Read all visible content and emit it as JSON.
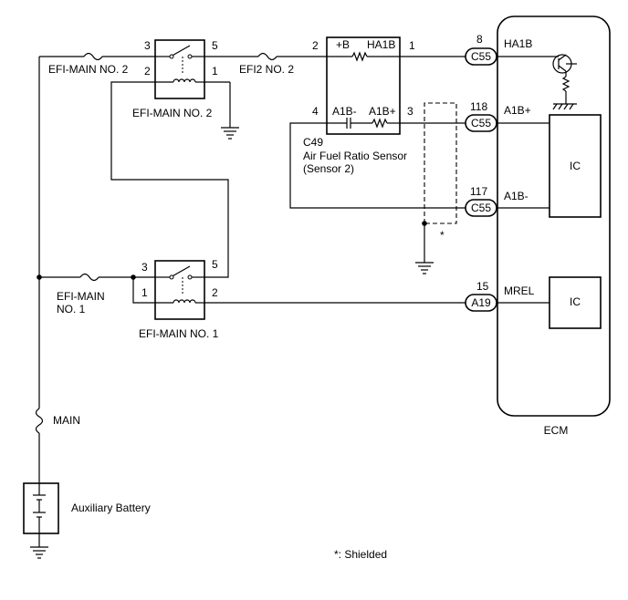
{
  "relays": {
    "efi_main2": {
      "name": "EFI-MAIN NO. 2",
      "pin3": "3",
      "pin5": "5",
      "pin2": "2",
      "pin1": "1"
    },
    "efi_main1": {
      "name": "EFI-MAIN NO. 1",
      "pin3": "3",
      "pin5": "5",
      "pin1": "1",
      "pin2": "2"
    }
  },
  "fuses": {
    "efi_main2": "EFI-MAIN NO. 2",
    "efi2_no2": "EFI2 NO. 2",
    "efi_main1_line1": "EFI-MAIN",
    "efi_main1_line2": "NO. 1",
    "main": "MAIN"
  },
  "sensor": {
    "code": "C49",
    "name_line1": "Air Fuel Ratio Sensor",
    "name_line2": "(Sensor 2)",
    "pin2": "2",
    "pin1": "1",
    "pin4": "4",
    "pin3": "3",
    "label_plus_b": "+B",
    "label_ha1b": "HA1B",
    "label_a1b_minus": "A1B-",
    "label_a1b_plus": "A1B+"
  },
  "connectors": [
    {
      "code": "C55",
      "pin": "8",
      "signal": "HA1B"
    },
    {
      "code": "C55",
      "pin": "118",
      "signal": "A1B+"
    },
    {
      "code": "C55",
      "pin": "117",
      "signal": "A1B-"
    },
    {
      "code": "A19",
      "pin": "15",
      "signal": "MREL"
    }
  ],
  "ecm": {
    "name": "ECM",
    "ic_upper": "IC",
    "ic_lower": "IC"
  },
  "battery": {
    "name": "Auxiliary Battery"
  },
  "notes": {
    "shield_mark": "*",
    "legend": "*: Shielded"
  }
}
